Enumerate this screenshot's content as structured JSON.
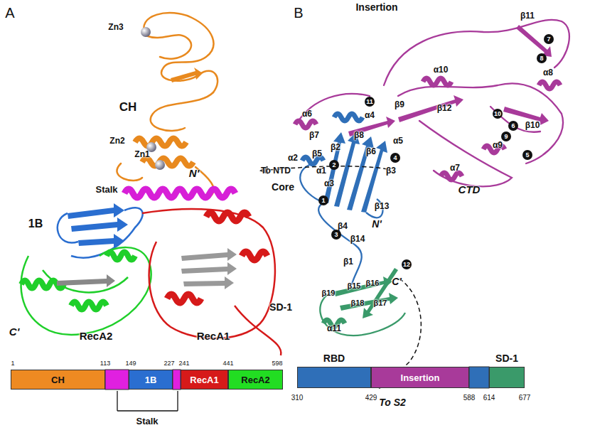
{
  "diagram": {
    "nodes": [
      {
        "text": [
          "CH"
        ]
      },
      {
        "text": [
          "1B"
        ]
      },
      {
        "text": [
          "RecA1"
        ]
      },
      {
        "text": [
          "RecA2"
        ]
      },
      {
        "text": [
          "RBD"
        ]
      },
      {
        "text": [
          "Insertion"
        ]
      },
      {
        "text": [
          "SD-1"
        ]
      }
    ],
    "labels": [
      "A",
      "B",
      "Zn3",
      "CH",
      "Zn2",
      "Zn1",
      "N'",
      "Stalk",
      "1B",
      "C'",
      "RecA2",
      "RecA1",
      "1",
      "113",
      "149",
      "227",
      "241",
      "441",
      "598",
      "Stalk",
      "Insertion",
      "α10",
      "β11",
      "α8",
      "β12",
      "α6",
      "β9",
      "α4",
      "α5",
      "β8",
      "β7",
      "β2",
      "β5",
      "α1",
      "α2",
      "α3",
      "β6",
      "β3",
      "Core",
      "CTD",
      "To NTD",
      "β13",
      "N'",
      "β4",
      "β14",
      "β1",
      "β15",
      "β16",
      "C'",
      "β17",
      "β18",
      "β19",
      "SD-1",
      "α11",
      "To S2",
      "β10",
      "α9",
      "α7",
      "1",
      "2",
      "3",
      "4",
      "5",
      "6",
      "7",
      "8",
      "9",
      "10",
      "11",
      "12",
      "310",
      "429",
      "588",
      "614",
      "677"
    ]
  }
}
